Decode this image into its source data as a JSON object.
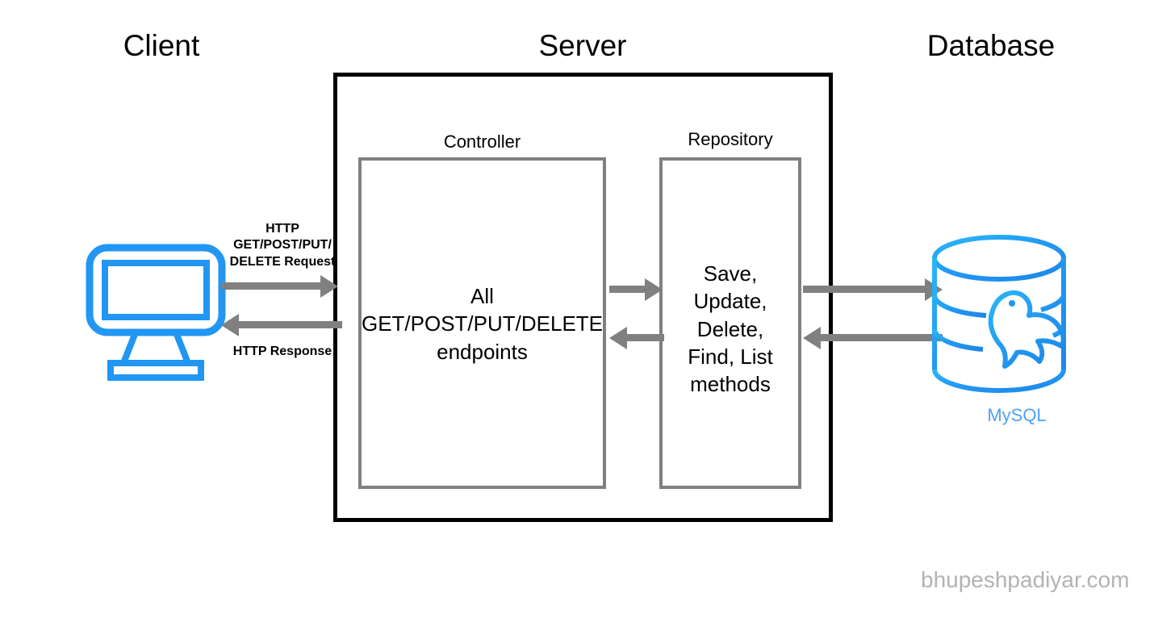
{
  "diagram": {
    "title_client": "Client",
    "title_server": "Server",
    "title_database": "Database",
    "controller": {
      "label": "Controller",
      "line1": "All",
      "line2": "GET/POST/PUT/DELETE",
      "line3": "endpoints"
    },
    "repository": {
      "label": "Repository",
      "line1": "Save,",
      "line2": "Update,",
      "line3": "Delete,",
      "line4": "Find, List",
      "line5": "methods"
    },
    "flows": {
      "request_line1": "HTTP",
      "request_line2": "GET/POST/PUT/",
      "request_line3": "DELETE Request",
      "response": "HTTP Response"
    },
    "database": {
      "caption": "MySQL"
    },
    "watermark": "bhupeshpadiyar.com",
    "colors": {
      "accent_blue": "#2196f3",
      "mysql_text": "#4da2f0",
      "arrow_gray": "#808080",
      "box_gray": "#808080",
      "server_border": "#000000",
      "watermark_gray": "#b3b3b3",
      "background": "#ffffff"
    }
  }
}
